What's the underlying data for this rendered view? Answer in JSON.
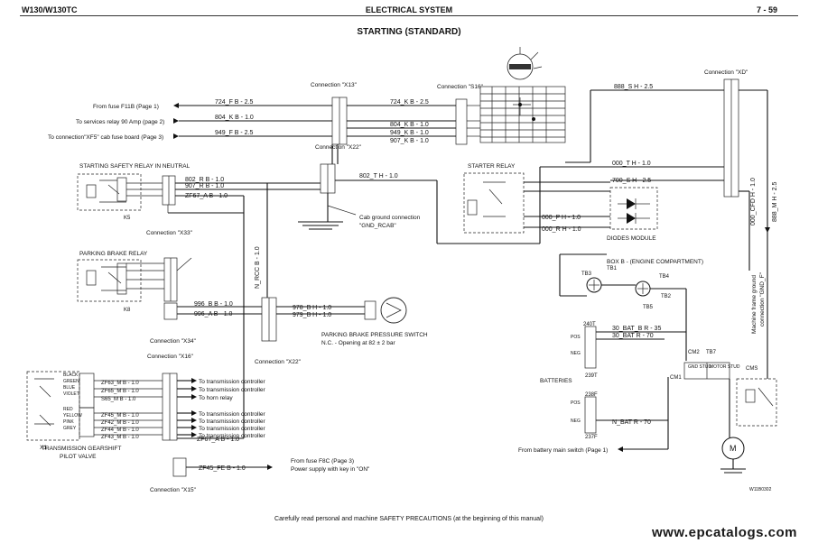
{
  "header": {
    "model": "W130/W130TC",
    "section": "ELECTRICAL SYSTEM",
    "page": "7 - 59"
  },
  "title": "STARTING (STANDARD)",
  "connectors": {
    "x13": "Connection \"X13\"",
    "s16": "Connection \"S16\"",
    "xd": "Connection \"XD\"",
    "x22_top": "Connection \"X22\"",
    "x33": "Connection \"X33\"",
    "x34": "Connection \"X34\"",
    "x22_bottom": "Connection \"X22\"",
    "x16": "Connection \"X16\"",
    "x15": "Connection \"X15\""
  },
  "components": {
    "safety_relay": "STARTING SAFETY RELAY IN NEUTRAL",
    "parking_relay": "PARKING BRAKE RELAY",
    "starter_relay": "STARTER RELAY",
    "diodes": "DIODES MODULE",
    "boxb": "BOX B - (ENGINE COMPARTMENT)",
    "batteries": "BATTERIES",
    "pb_switch": "PARKING BRAKE PRESSURE SWITCH",
    "pb_switch_note": "N.C. - Opening at 82 ± 2 bar",
    "gearshift_line1": "TRANSMISSION GEARSHIFT",
    "gearshift_line2": "PILOT VALVE",
    "k5": "K5",
    "k8": "K8",
    "x1": "X1",
    "cab_ground_line1": "Cab ground connection",
    "cab_ground_line2": "\"GND_RCAB\"",
    "machine_ground_line1": "Machine frame ground",
    "machine_ground_line2": "connection \"GND_F\""
  },
  "notes": {
    "fuse_f11b": "From fuse F11B (Page 1)",
    "services_relay": "To services relay 90 Amp (page 2)",
    "xf5": "To connection\"XF5\" cab fuse board (Page 3)",
    "fuse_f8c_line1": "From fuse F8C (Page 3)",
    "fuse_f8c_line2": "Power supply with key in \"ON\"",
    "battery_switch": "From battery main switch (Page 1)",
    "to_trans_1": "To transmission controller",
    "to_trans_2": "To transmission controller",
    "to_horn": "To horn relay",
    "to_trans_3": "To transmission controller",
    "to_trans_4": "To transmission controller",
    "to_trans_5": "To transmission controller",
    "to_trans_6": "To transmission controller"
  },
  "wires": {
    "w724f": "724_F B - 2.5",
    "w804k": "804_K B - 1.0",
    "w949f": "949_F B - 2.5",
    "w724k": "724_K B - 2.5",
    "w804k_r": "804_K B - 1.0",
    "w949k": "949_K B - 1.0",
    "w907k": "907_K B - 1.0",
    "w888s": "888_S H - 2.5",
    "w802r": "802_R B - 1.0",
    "w907r": "907_R B - 1.0",
    "wzf67a": "ZF67_A B - 1.0",
    "w802t": "802_T H - 1.0",
    "w000t": "000_T H - 1.0",
    "w700s": "700_S H - 2.5",
    "w000p": "000_P H - 1.0",
    "w000r": "000_R H - 1.0",
    "w000cfd": "000_CFD H - 1.0",
    "w888m": "888_M H - 2.5",
    "wnrcc": "N_RCC B - 1.0",
    "w996b": "996_B B - 1.0",
    "w996a": "996_A B - 1.0",
    "w978b": "978_B H - 1.0",
    "w979b": "979_B H - 1.0",
    "w30batb": "30_BAT_B R - 35",
    "w30batr": "30_BAT R - 70",
    "wnbat": "N_BAT R - 70",
    "wzf63m": "ZF63_M B - 1.0",
    "wzf65m": "ZF65_M B - 1.0",
    "ws65m": "S65_M B - 1.0",
    "wzf45m": "ZF45_M B - 1.0",
    "wzf42m": "ZF42_M B - 1.0",
    "wzf44m": "ZF44_M B - 1.0",
    "wzf43m": "ZF43_M B - 1.0",
    "wzf67a_b": "ZF67_A B - 1.0",
    "wzf45fe": "ZF45_FE B - 1.0"
  },
  "small_labels": {
    "tb1": "TB1",
    "tb3": "TB3",
    "tb4": "TB4",
    "tb2": "TB2",
    "tb5": "TB5",
    "tb7": "TB7",
    "cm1": "CM1",
    "cm2": "CM2",
    "cms": "CMS",
    "motor_stud": "MOTOR STUD",
    "gnd_stud": "GND STUD",
    "t240": "240T",
    "t239": "239T",
    "t238": "238F",
    "t237": "237F",
    "pos1": "POS",
    "neg1": "NEG",
    "pos2": "POS",
    "neg2": "NEG",
    "motor": "M",
    "ref": "W11B0302"
  },
  "gearshift_colors": [
    "BLACK",
    "GREEN",
    "BLUE",
    "VIOLET",
    "RED",
    "YELLOW",
    "PINK",
    "GREY"
  ],
  "footer": "Carefully read personal and machine SAFETY PRECAUTIONS (at the beginning of this manual)",
  "watermark": "www.epcatalogs.com"
}
